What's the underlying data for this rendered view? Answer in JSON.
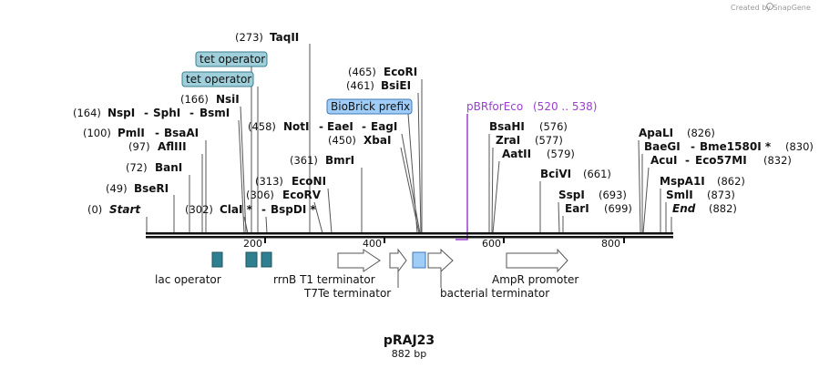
{
  "watermark": "Created by SnapGene",
  "plasmid": {
    "name": "pRAJ23",
    "length_label": "882 bp"
  },
  "axis": {
    "ticks": [
      "200",
      "400",
      "600",
      "800"
    ]
  },
  "sites": [
    {
      "pos": "(0)",
      "names": [
        "Start"
      ],
      "italic": true
    },
    {
      "pos": "(49)",
      "names": [
        "BseRI"
      ]
    },
    {
      "pos": "(72)",
      "names": [
        "BanI"
      ]
    },
    {
      "pos": "(97)",
      "names": [
        "AflIII"
      ]
    },
    {
      "pos": "(100)",
      "names": [
        "PmlI",
        "BsaAI"
      ]
    },
    {
      "pos": "(164)",
      "names": [
        "NspI",
        "SphI",
        "BsmI"
      ]
    },
    {
      "pos": "(166)",
      "names": [
        "NsiI"
      ]
    },
    {
      "pos": "(302)",
      "names": [
        "ClaI *",
        "BspDI *"
      ]
    },
    {
      "pos": "(306)",
      "names": [
        "EcoRV"
      ]
    },
    {
      "pos": "(313)",
      "names": [
        "EcoNI"
      ]
    },
    {
      "pos": "(361)",
      "names": [
        "BmrI"
      ]
    },
    {
      "pos": "(273)",
      "names": [
        "TaqII"
      ]
    },
    {
      "pos": "(458)",
      "names": [
        "NotI",
        "EaeI",
        "EagI"
      ]
    },
    {
      "pos": "(450)",
      "names": [
        "XbaI"
      ]
    },
    {
      "pos": "(465)",
      "names": [
        "EcoRI"
      ]
    },
    {
      "pos": "(461)",
      "names": [
        "BsiEI"
      ]
    },
    {
      "pos": "(576)",
      "names": [
        "BsaHI"
      ]
    },
    {
      "pos": "(577)",
      "names": [
        "ZraI"
      ]
    },
    {
      "pos": "(579)",
      "names": [
        "AatII"
      ]
    },
    {
      "pos": "(661)",
      "names": [
        "BciVI"
      ]
    },
    {
      "pos": "(693)",
      "names": [
        "SspI"
      ]
    },
    {
      "pos": "(699)",
      "names": [
        "EarI"
      ]
    },
    {
      "pos": "(826)",
      "names": [
        "ApaLI"
      ]
    },
    {
      "pos": "(830)",
      "names": [
        "BaeGI",
        "Bme1580I *"
      ]
    },
    {
      "pos": "(832)",
      "names": [
        "AcuI",
        "Eco57MI"
      ]
    },
    {
      "pos": "(862)",
      "names": [
        "MspA1I"
      ]
    },
    {
      "pos": "(873)",
      "names": [
        "SmlI"
      ]
    },
    {
      "pos": "(882)",
      "names": [
        "End"
      ],
      "italic": true
    }
  ],
  "feature_boxes": [
    "tet operator",
    "tet operator",
    "BioBrick prefix"
  ],
  "primer": {
    "name": "pBRforEco",
    "range": "(520 .. 538)",
    "color": "#9a3fd0"
  },
  "features": {
    "lac_operator": "lac operator",
    "rrnb": "rrnB T1 terminator",
    "t7te": "T7Te terminator",
    "bacterial": "bacterial terminator",
    "ampr": "AmpR promoter"
  },
  "colors": {
    "operator": "#2f7f90",
    "operator_tag": "#9fcfda",
    "biobrick": "#9fcdf7",
    "primer": "#9a3fd0"
  }
}
